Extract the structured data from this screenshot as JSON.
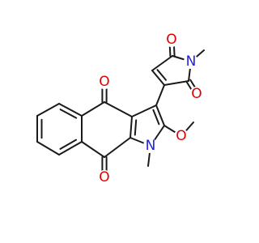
{
  "molecule": {
    "colors": {
      "bond": "#1a1a1a",
      "O": "#e00000",
      "N": "#2020e0"
    },
    "atoms": [
      {
        "id": "O_top_right",
        "element": "O",
        "label": "O"
      },
      {
        "id": "N_pyrrole_top",
        "element": "N",
        "label": "N"
      },
      {
        "id": "O_pyrrole_right",
        "element": "O",
        "label": "O"
      },
      {
        "id": "O_quinone_upper",
        "element": "O",
        "label": "O"
      },
      {
        "id": "O_methoxy",
        "element": "O",
        "label": "O"
      },
      {
        "id": "N_indole",
        "element": "N",
        "label": "N"
      },
      {
        "id": "O_quinone_lower",
        "element": "O",
        "label": "O"
      }
    ]
  }
}
